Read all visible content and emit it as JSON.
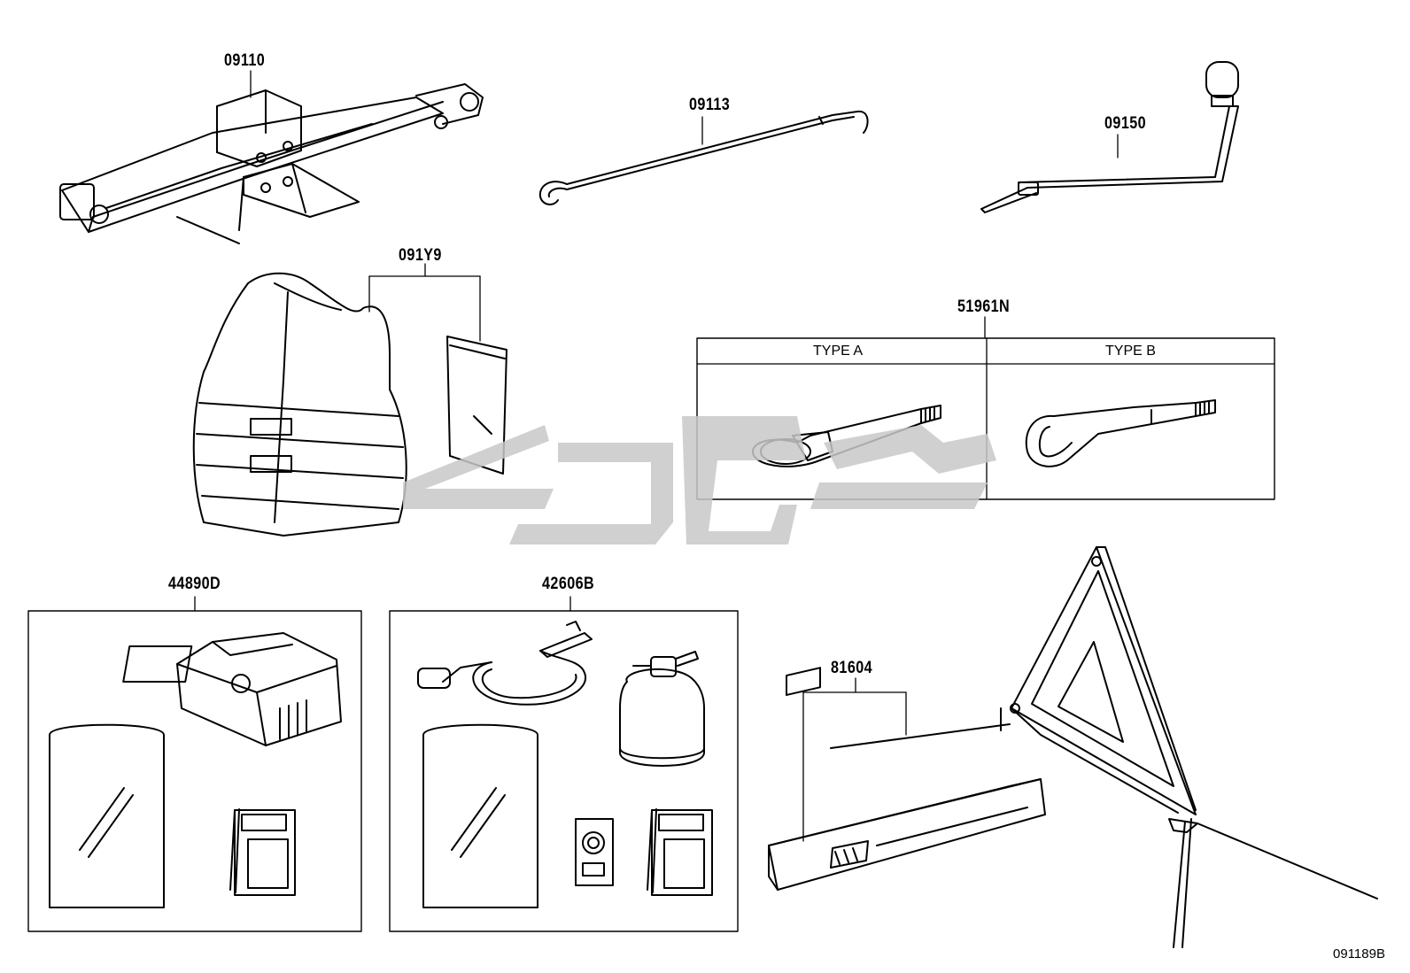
{
  "part_labels": {
    "jack": "09110",
    "jack_handle": "09113",
    "wheel_wrench": "09150",
    "safety_vest": "091Y9",
    "towing_eye": "51961N",
    "compressor_kit": "44890D",
    "repair_kit": "42606B",
    "warning_triangle": "81604"
  },
  "towing_eye_types": {
    "type_a": "TYPE A",
    "type_b": "TYPE B"
  },
  "diagram_code": "091189B",
  "watermark_color": "#c8c8c8"
}
